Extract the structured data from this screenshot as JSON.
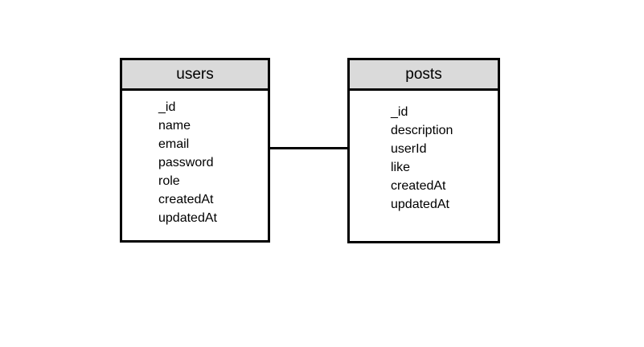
{
  "entities": {
    "users": {
      "title": "users",
      "fields": [
        "_id",
        "name",
        "email",
        "password",
        "role",
        "createdAt",
        "updatedAt"
      ]
    },
    "posts": {
      "title": "posts",
      "fields": [
        "_id",
        "description",
        "userId",
        "like",
        "createdAt",
        "updatedAt"
      ]
    }
  },
  "relationship": {
    "from": "users",
    "to": "posts"
  }
}
